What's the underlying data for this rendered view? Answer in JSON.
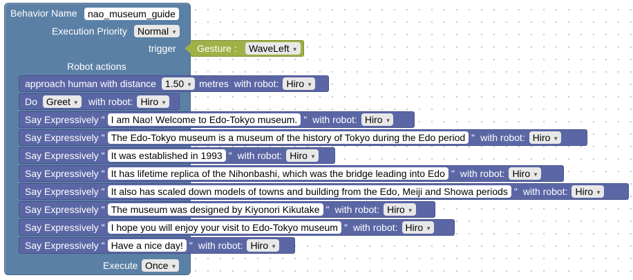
{
  "behavior": {
    "name_label": "Behavior Name",
    "name_value": "nao_museum_guide",
    "priority_label": "Execution Priority",
    "priority_value": "Normal",
    "trigger_label": "trigger",
    "robot_actions_label": "Robot actions",
    "execute_label": "Execute",
    "execute_value": "Once"
  },
  "gesture": {
    "label": "Gesture :",
    "value": "WaveLeft"
  },
  "actions": [
    {
      "prefix": "approach human with distance",
      "value": "1.50",
      "unit": "metres",
      "robot_label": "with robot:",
      "robot": "Hiro"
    },
    {
      "prefix": "Do",
      "value": "Greet",
      "robot_label": "with robot:",
      "robot": "Hiro"
    },
    {
      "prefix": "Say Expressively",
      "open_quote": "\"",
      "text": "I am Nao! Welcome to Edo-Tokyo museum.",
      "close_quote": "\"",
      "robot_label": "with robot:",
      "robot": "Hiro"
    },
    {
      "prefix": "Say Expressively",
      "open_quote": "\"",
      "text": "The Edo-Tokyo museum is a museum of the history of Tokyo during the Edo period",
      "close_quote": "\"",
      "robot_label": "with robot:",
      "robot": "Hiro"
    },
    {
      "prefix": "Say Expressively",
      "open_quote": "\"",
      "text": "It was established in 1993",
      "close_quote": "\"",
      "robot_label": "with robot:",
      "robot": "Hiro"
    },
    {
      "prefix": "Say Expressively",
      "open_quote": "\"",
      "text": "It has lifetime replica of the Nihonbashi, which was the bridge leading into Edo",
      "close_quote": "\"",
      "robot_label": "with robot:",
      "robot": "Hiro"
    },
    {
      "prefix": "Say Expressively",
      "open_quote": "\"",
      "text": "It also has scaled down models of towns and building from the Edo, Meiji and Showa periods",
      "close_quote": "\"",
      "robot_label": "with robot:",
      "robot": "Hiro"
    },
    {
      "prefix": "Say Expressively",
      "open_quote": "\"",
      "text": "The museum was designed by Kiyonori Kikutake",
      "close_quote": "\"",
      "robot_label": "with robot:",
      "robot": "Hiro"
    },
    {
      "prefix": "Say Expressively",
      "open_quote": "\"",
      "text": "I hope you will enjoy your visit to Edo-Tokyo museum",
      "close_quote": "\"",
      "robot_label": "with robot:",
      "robot": "Hiro"
    },
    {
      "prefix": "Say Expressively",
      "open_quote": "\"",
      "text": "Have a nice day!",
      "close_quote": "\"",
      "robot_label": "with robot:",
      "robot": "Hiro"
    }
  ],
  "icons": {
    "dropdown": "dropdown-arrow-icon"
  },
  "colors": {
    "behavior_block": "#5b80a5",
    "action_block": "#5b67a5",
    "gesture_block": "#9fb146"
  }
}
